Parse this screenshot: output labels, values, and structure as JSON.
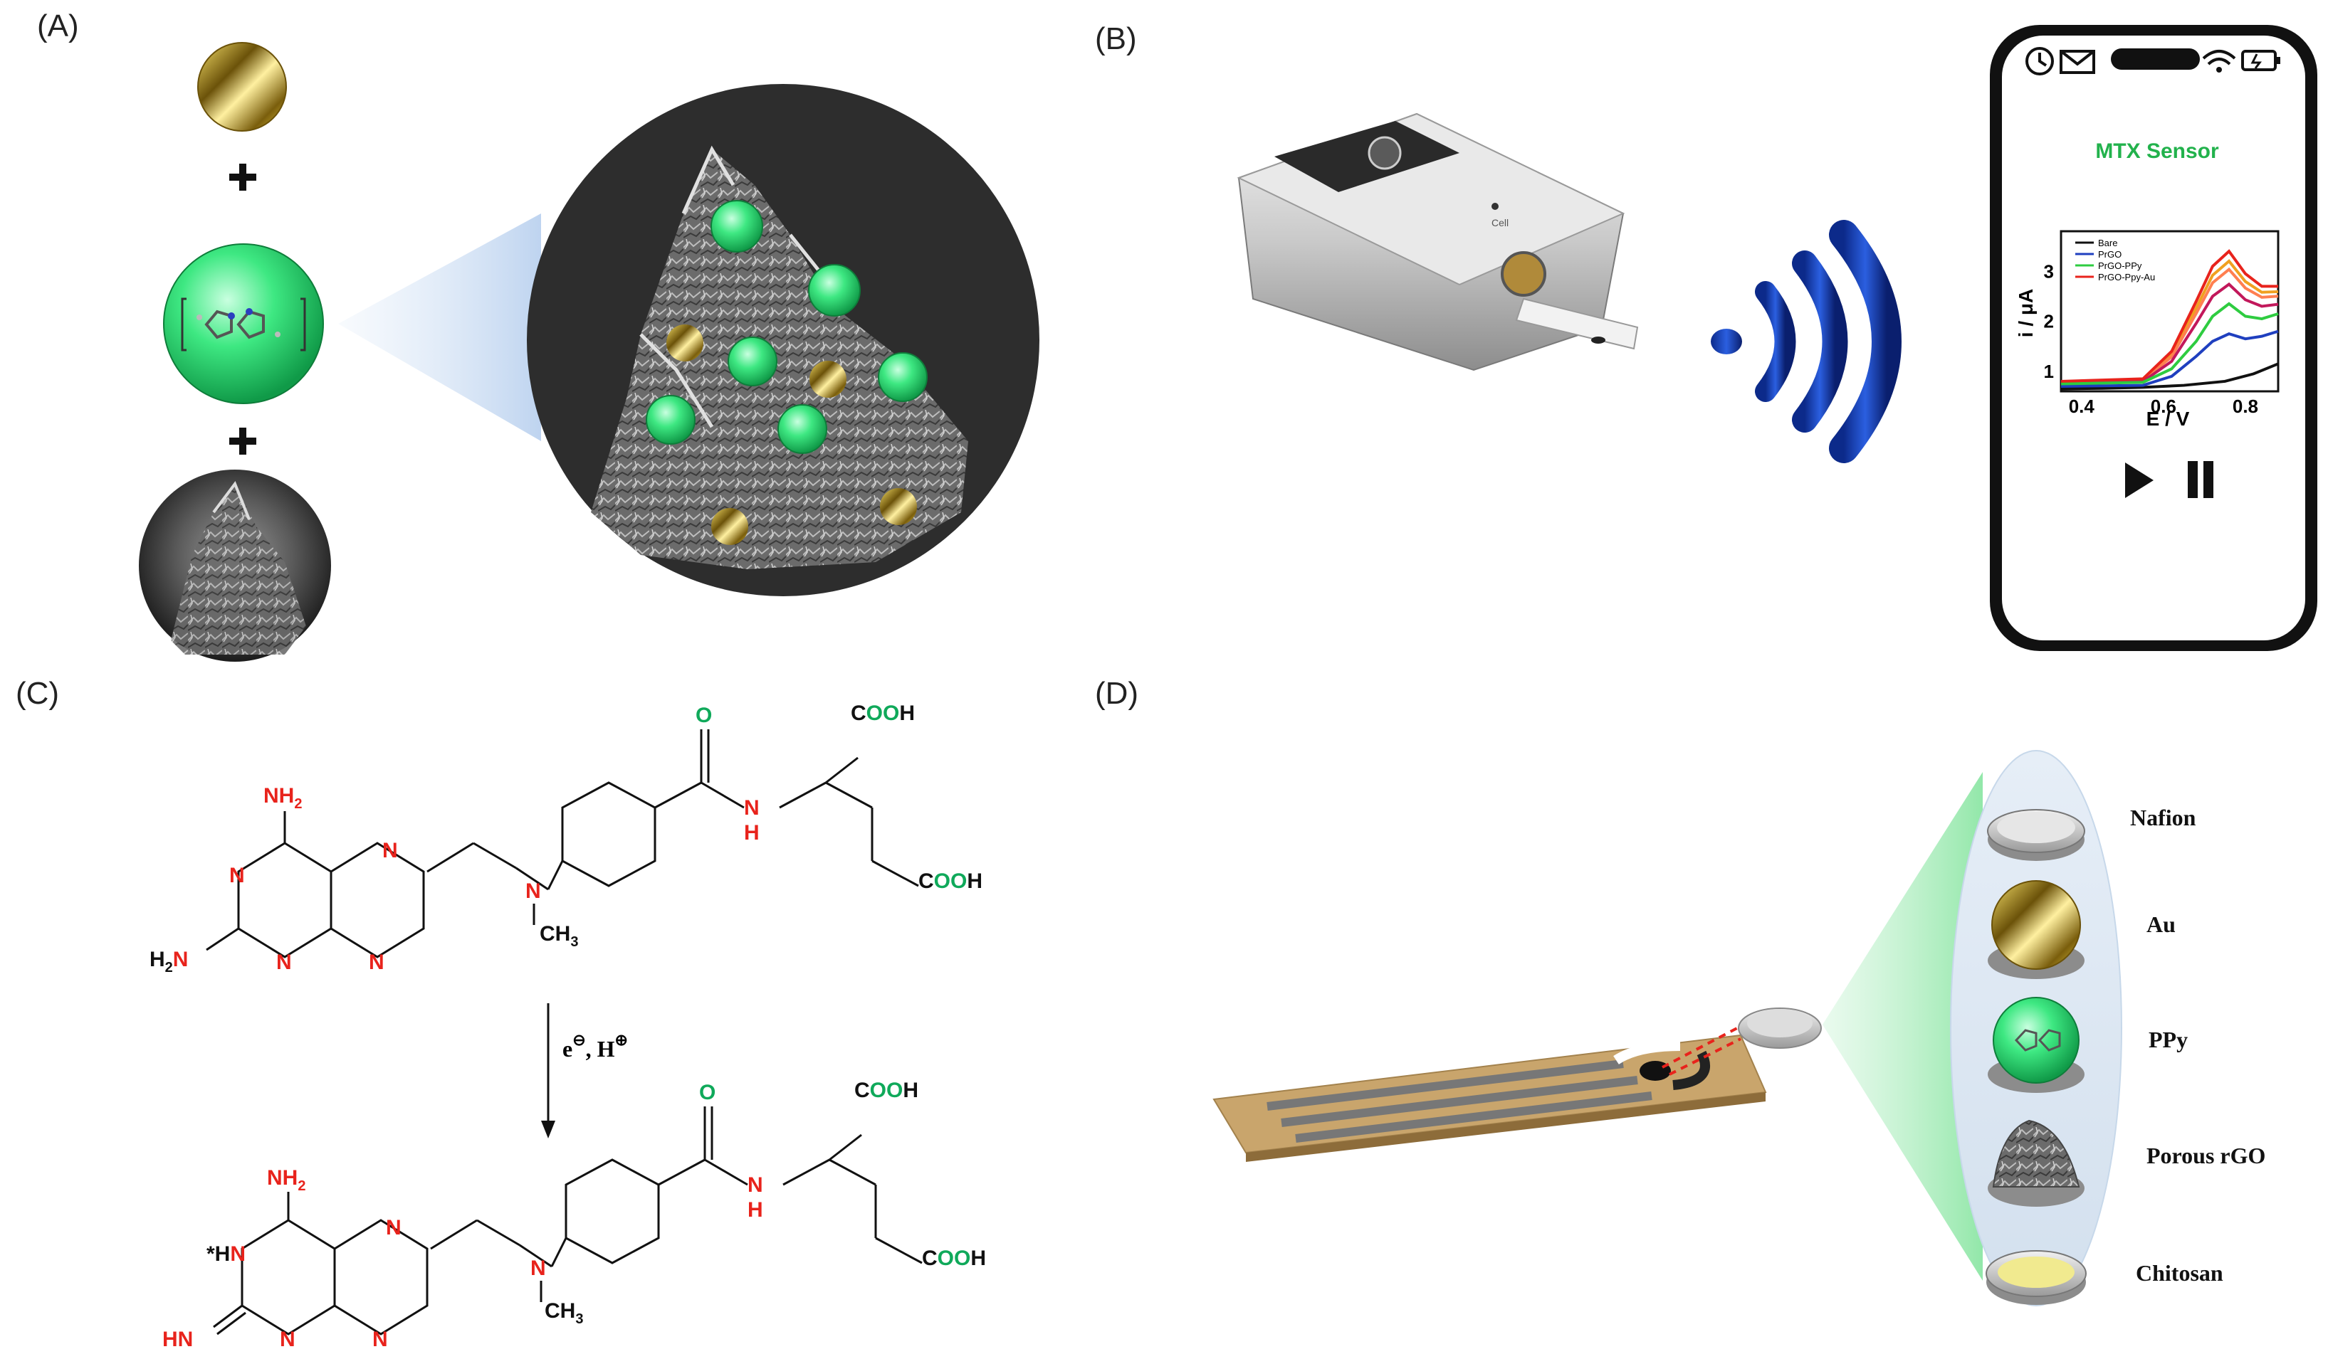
{
  "panels": {
    "a": {
      "label": "(A)"
    },
    "b": {
      "label": "(B)",
      "device_text": "Cell",
      "phone": {
        "title": "MTX Sensor",
        "accent": "#22b24c",
        "chart_data": {
          "type": "line",
          "xlabel": "E / V",
          "ylabel": "i / μA",
          "xlim": [
            0.35,
            0.88
          ],
          "ylim": [
            0.6,
            3.8
          ],
          "xticks": [
            "0.4",
            "0.6",
            "0.8"
          ],
          "yticks": [
            "1",
            "2",
            "3"
          ],
          "legend_position": "top-left",
          "series": [
            {
              "name": "Bare",
              "color": "#111111",
              "x": [
                0.35,
                0.45,
                0.55,
                0.65,
                0.75,
                0.82,
                0.88
              ],
              "y": [
                0.65,
                0.66,
                0.68,
                0.72,
                0.8,
                0.95,
                1.15
              ]
            },
            {
              "name": "PrGO",
              "color": "#1f3fbf",
              "x": [
                0.35,
                0.55,
                0.62,
                0.68,
                0.72,
                0.76,
                0.8,
                0.84,
                0.88
              ],
              "y": [
                0.7,
                0.72,
                0.9,
                1.3,
                1.6,
                1.75,
                1.65,
                1.7,
                1.8
              ]
            },
            {
              "name": "PrGO-PPy",
              "color": "#2ecc40",
              "x": [
                0.35,
                0.55,
                0.62,
                0.68,
                0.72,
                0.76,
                0.8,
                0.84,
                0.88
              ],
              "y": [
                0.75,
                0.78,
                1.05,
                1.6,
                2.1,
                2.35,
                2.1,
                2.05,
                2.15
              ]
            },
            {
              "name": "PrGO-Ppy-Au",
              "color": "#e8231c",
              "x": [
                0.35,
                0.55,
                0.62,
                0.68,
                0.72,
                0.76,
                0.8,
                0.84,
                0.88
              ],
              "y": [
                0.8,
                0.85,
                1.4,
                2.4,
                3.1,
                3.4,
                2.95,
                2.7,
                2.7
              ]
            }
          ],
          "extra_curves_colors": [
            "#f0a020",
            "#ff7f50",
            "#c2185b",
            "#7b1fa2",
            "#009688"
          ]
        }
      }
    },
    "c": {
      "label": "(C)",
      "top": {
        "nh2_top": "NH",
        "nh2_top_sub": "2",
        "n1": "N",
        "n2": "N",
        "n3": "N",
        "n4": "N",
        "h2n": "H",
        "h2n_n": "N",
        "h2n_sub": "2",
        "o": "O",
        "cooh1_c": "C",
        "cooh1_o": "OO",
        "cooh1_h": "H",
        "nh_n": "N",
        "nh_h": "H",
        "cooh2_c": "C",
        "cooh2_o": "OO",
        "cooh2_h": "H",
        "n_methyl": "N",
        "ch3": "CH",
        "ch3_sub": "3"
      },
      "arrow": {
        "electron": "e",
        "electron_sup": "⊖",
        "proton": ", H",
        "proton_sup": "⊕"
      },
      "bottom": {
        "nh2_top": "NH",
        "nh2_top_sub": "2",
        "hn_star": "*H",
        "hn_n": "N",
        "n2": "N",
        "n3": "N",
        "n4": "N",
        "hn_left": "HN",
        "o": "O",
        "cooh1_c": "C",
        "cooh1_o": "OO",
        "cooh1_h": "H",
        "nh_n": "N",
        "nh_h": "H",
        "cooh2_c": "C",
        "cooh2_o": "OO",
        "cooh2_h": "H",
        "n_methyl": "N",
        "ch3": "CH",
        "ch3_sub": "3"
      }
    },
    "d": {
      "label": "(D)",
      "layers": [
        "Nafion",
        "Au",
        "PPy",
        "Porous rGO",
        "Chitosan"
      ]
    }
  }
}
